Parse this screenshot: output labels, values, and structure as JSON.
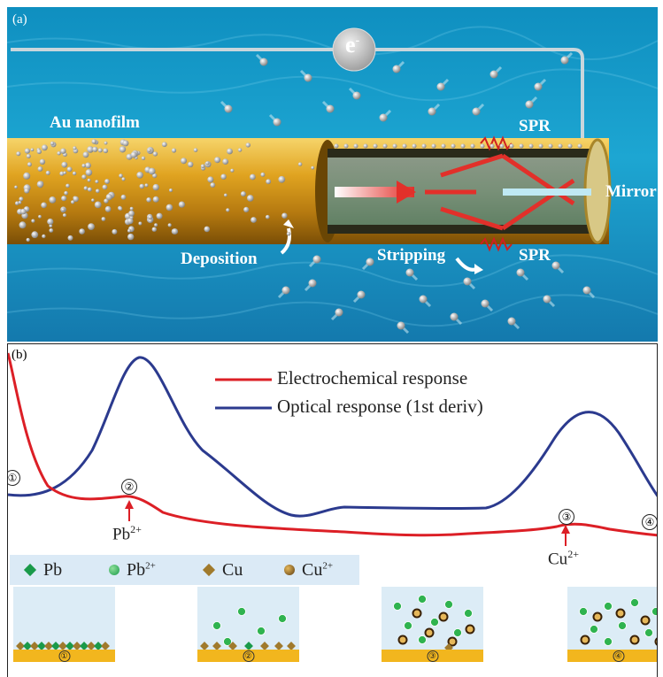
{
  "panel_a": {
    "label": "(a)",
    "electron_label": "e",
    "electron_sup": "-",
    "au_nanofilm": "Au nanofilm",
    "spr_top": "SPR",
    "spr_bottom": "SPR",
    "mirror": "Mirror",
    "deposition": "Deposition",
    "stripping": "Stripping"
  },
  "panel_b": {
    "label": "(b)",
    "legend": {
      "electrochemical": "Electrochemical response",
      "optical": "Optical response (1st deriv)"
    },
    "colors": {
      "electrochemical": "#dc1f26",
      "optical": "#2b3a8e",
      "gold": "#f2b61e",
      "pb": "#1a9a4a",
      "cu": "#a07a2c"
    },
    "stage_markers": [
      "①",
      "②",
      "③",
      "④"
    ],
    "pb_peak": {
      "text": "Pb",
      "sup": "2+"
    },
    "cu_peak": {
      "text": "Cu",
      "sup": "2+"
    },
    "key": [
      {
        "symbol": "diamond-green",
        "text": "Pb",
        "sup": ""
      },
      {
        "symbol": "sphere-green",
        "text": "Pb",
        "sup": "2+"
      },
      {
        "symbol": "diamond-brown",
        "text": "Cu",
        "sup": ""
      },
      {
        "symbol": "sphere-brown",
        "text": "Cu",
        "sup": "2+"
      }
    ],
    "box_labels": [
      "①",
      "②",
      "③",
      "④"
    ]
  }
}
